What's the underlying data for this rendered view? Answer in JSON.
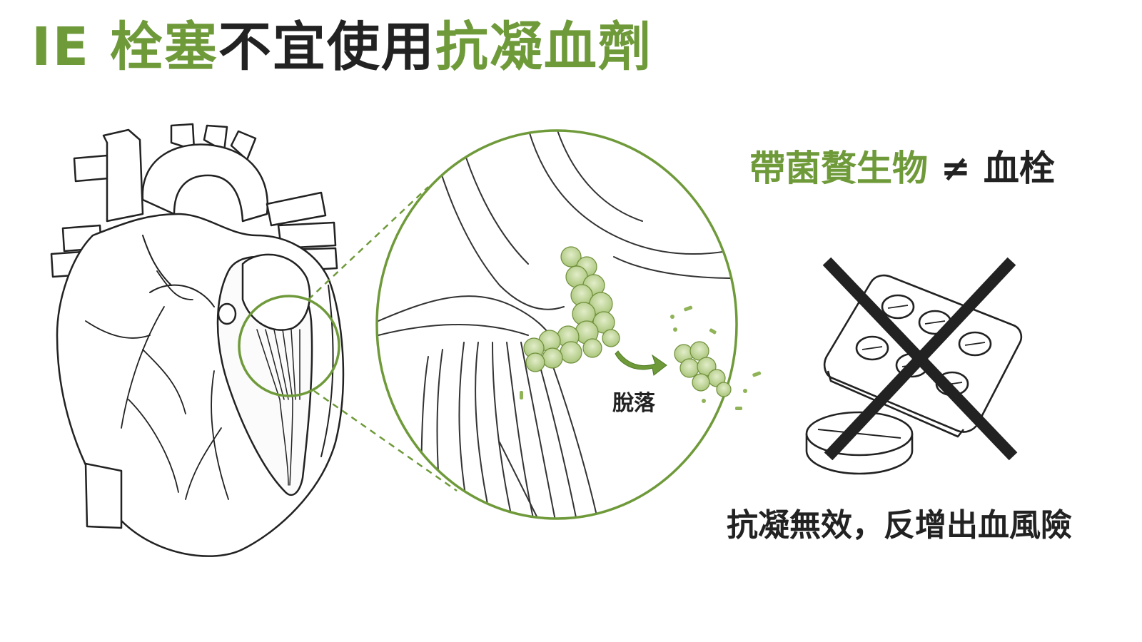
{
  "title": {
    "part1": "IE 栓塞",
    "part2": "不宜使用",
    "part3": "抗凝血劑"
  },
  "labels": {
    "vegetation": "帶菌贅生物",
    "not_equal": "≠",
    "thrombus": "血栓",
    "detach": "脫落",
    "conclusion": "抗凝無效，反增出血風險"
  },
  "colors": {
    "accent_green": "#6f9a3a",
    "vegetation_fill": "#c9dba3",
    "text_dark": "#222222"
  },
  "icons": {
    "heart": "heart-illustration",
    "magnifier": "zoom-circle",
    "vegetation": "bacterial-vegetation",
    "arrow": "curved-arrow-icon",
    "pills": "pill-pack-icon",
    "cross": "x-mark-icon"
  }
}
